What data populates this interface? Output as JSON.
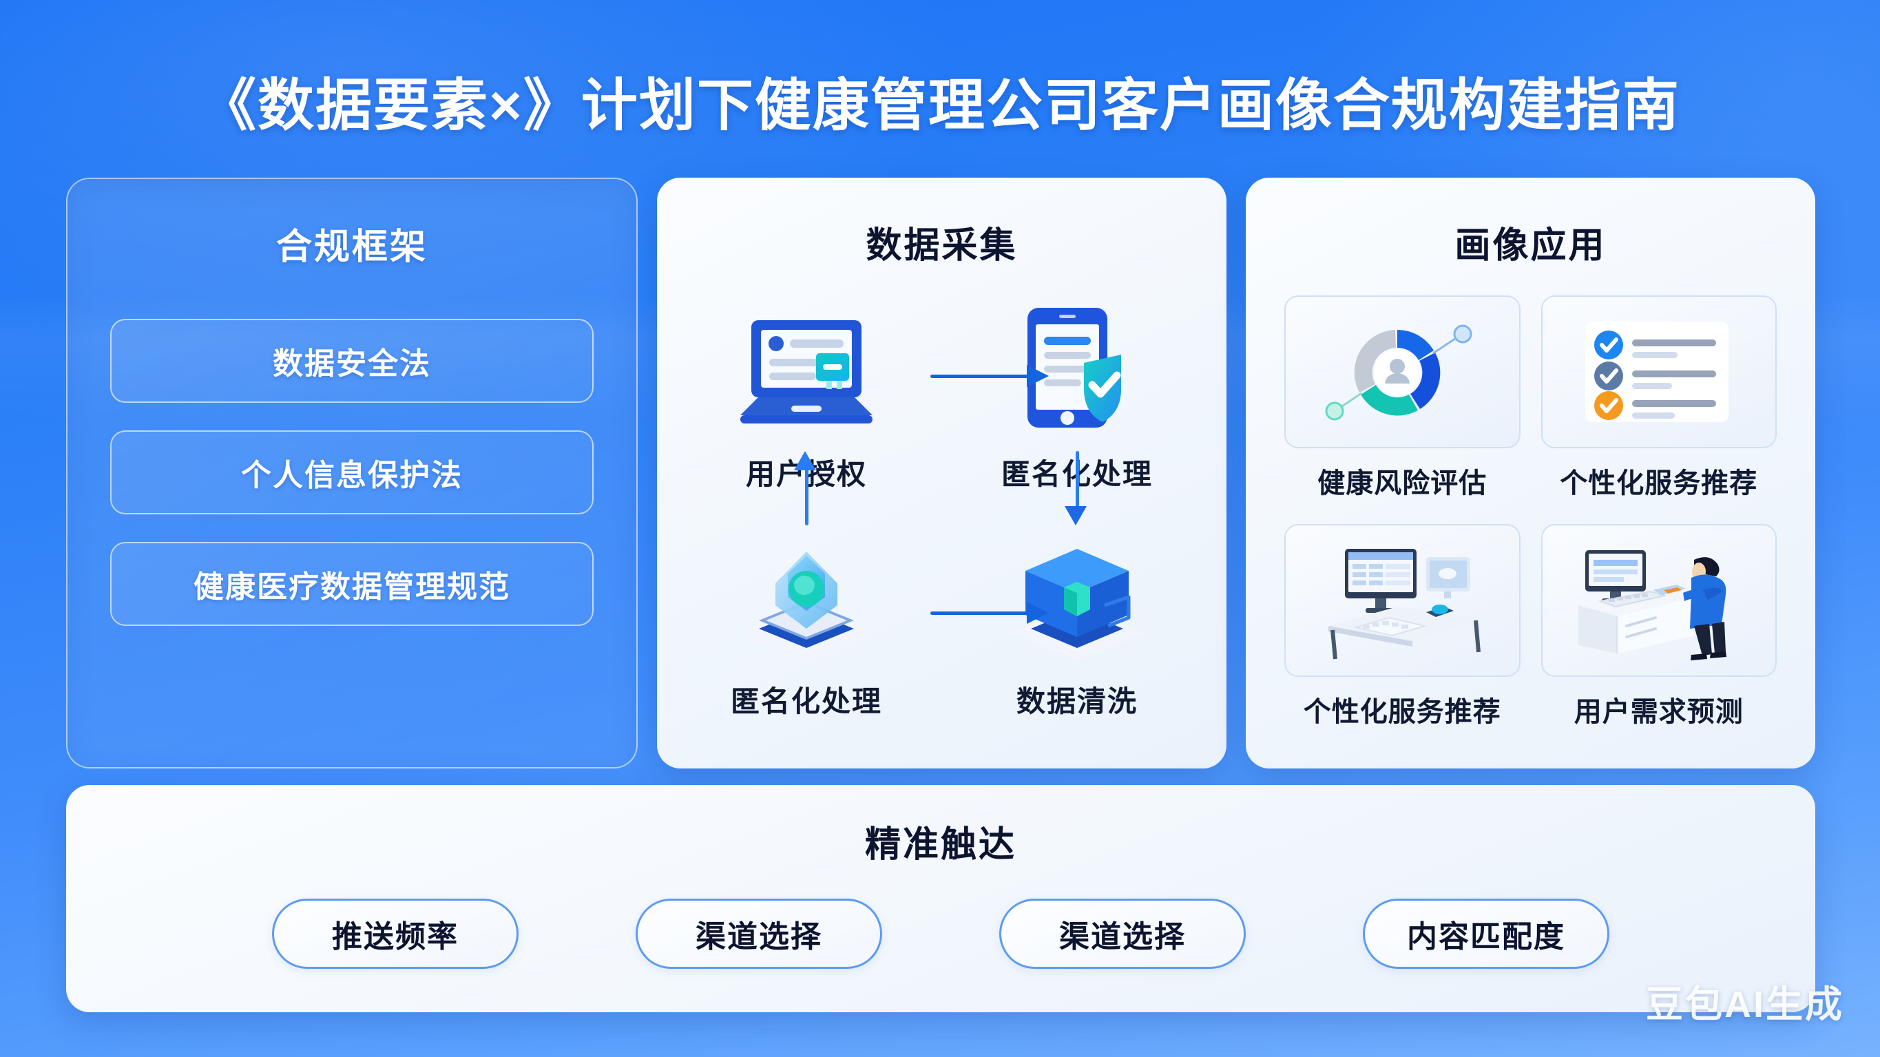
{
  "title": "《数据要素×》计划下健康管理公司客户画像合规构建指南",
  "compliance": {
    "heading": "合规框架",
    "items": [
      {
        "label": "数据安全法"
      },
      {
        "label": "个人信息保护法"
      },
      {
        "label": "健康医疗数据管理规范"
      }
    ]
  },
  "collection": {
    "heading": "数据采集",
    "steps": [
      {
        "label": "用户授权",
        "icon": "laptop-consent-icon"
      },
      {
        "label": "匿名化处理",
        "icon": "phone-shield-icon"
      },
      {
        "label": "匿名化处理",
        "icon": "isometric-shield-lock-icon"
      },
      {
        "label": "数据清洗",
        "icon": "isometric-data-cube-icon"
      }
    ],
    "arrows": [
      {
        "name": "arrow-top-right",
        "direction": "right"
      },
      {
        "name": "arrow-bottom-right",
        "direction": "right"
      },
      {
        "name": "arrow-left-up",
        "direction": "up"
      },
      {
        "name": "arrow-right-down",
        "direction": "down"
      }
    ]
  },
  "application": {
    "heading": "画像应用",
    "cards": [
      {
        "label": "健康风险评估",
        "icon": "donut-profile-chart-icon"
      },
      {
        "label": "个性化服务推荐",
        "icon": "checklist-icon"
      },
      {
        "label": "个性化服务推荐",
        "icon": "desk-workstation-icon"
      },
      {
        "label": "用户需求预测",
        "icon": "person-at-desk-icon"
      }
    ]
  },
  "reach": {
    "heading": "精准触达",
    "pills": [
      {
        "label": "推送频率"
      },
      {
        "label": "渠道选择"
      },
      {
        "label": "渠道选择"
      },
      {
        "label": "内容匹配度"
      }
    ]
  },
  "watermark": "豆包AI生成",
  "colors": {
    "bg_top": "#1a72f5",
    "bg_bottom": "#77b2fe",
    "accent_blue": "#1464e0",
    "accent_teal": "#14c6b8",
    "accent_orange": "#f59a1e",
    "card_bg": "#f5f9fe",
    "text_dark": "#0d1430"
  }
}
